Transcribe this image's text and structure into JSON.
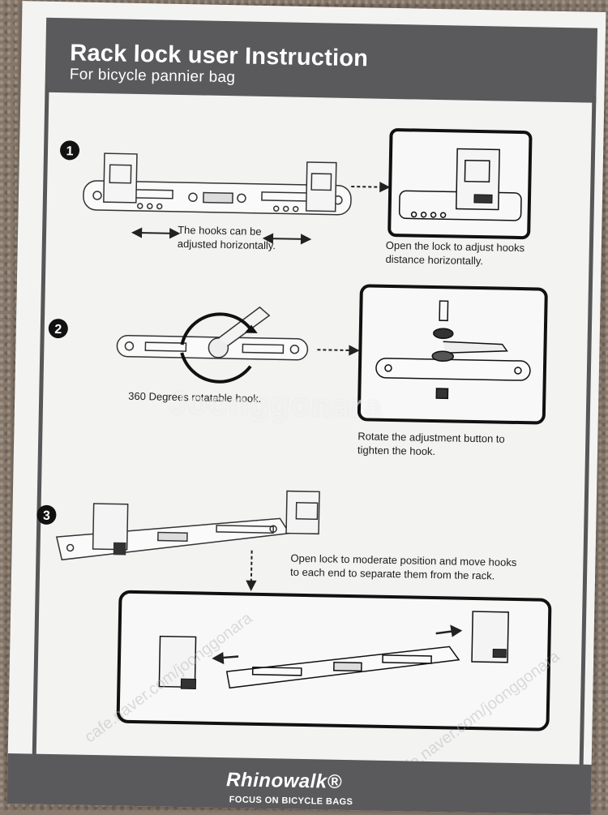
{
  "title": "Rack lock user Instruction",
  "subtitle": "For bicycle pannier bag",
  "steps": [
    {
      "number": "1",
      "caption_left": [
        "The hooks can be",
        "adjusted horizontally."
      ],
      "caption_right": [
        "Open the lock to adjust hooks",
        "distance horizontally."
      ]
    },
    {
      "number": "2",
      "caption_left": [
        "360 Degrees rotatable hook."
      ],
      "caption_right": [
        "Rotate the adjustment button to",
        "tighten the hook."
      ]
    },
    {
      "number": "3",
      "caption_right": [
        "Open lock to moderate position and move hooks",
        "to each end to separate them from the rack."
      ]
    }
  ],
  "footer": {
    "brand": "Rhinowalk®",
    "tagline": "FOCUS ON BICYCLE BAGS"
  },
  "watermarks": {
    "center": "Joonggonara",
    "diagonal": "cafe.naver.com/joonggonara"
  }
}
